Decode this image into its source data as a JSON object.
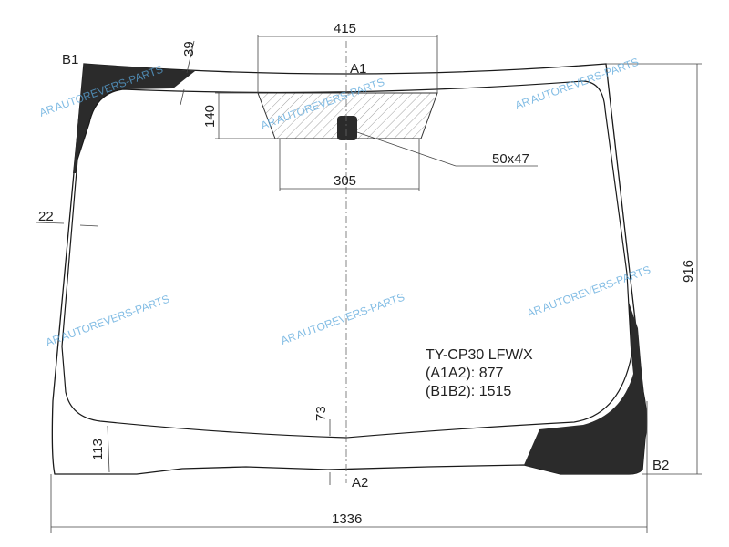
{
  "labels": {
    "b1": "B1",
    "b2": "B2",
    "a1": "A1",
    "a2": "A2"
  },
  "dimensions": {
    "top_width": "415",
    "top_band": "39",
    "sensor_area_height": "140",
    "sensor_area_bottom_width": "305",
    "sensor_size": "50x47",
    "side_band": "22",
    "bottom_band_left": "113",
    "bottom_band_center": "73",
    "total_width": "1336",
    "total_height": "916"
  },
  "info": {
    "code": "TY-CP30 LFW/X",
    "a1a2": "(A1A2): 877",
    "b1b2": "(B1B2): 1515"
  },
  "watermark": {
    "text": "AUTOREVERS-PARTS",
    "logo": "AR"
  },
  "colors": {
    "ceramic": "#2b2b2b",
    "watermark": "#5aa7dc",
    "outline": "#1a1a1a"
  }
}
